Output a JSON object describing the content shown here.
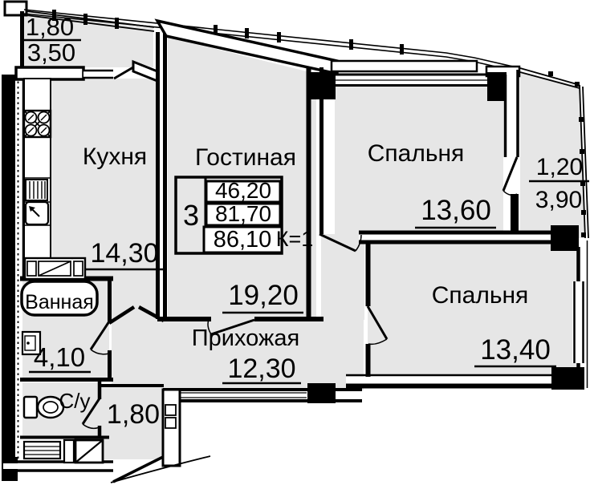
{
  "plan": {
    "title": "3-room apartment floor plan",
    "rooms": [
      {
        "id": "kitchen",
        "name": "Кухня",
        "area": "14,30"
      },
      {
        "id": "living",
        "name": "Гостиная",
        "area": "19,20"
      },
      {
        "id": "bedroom1",
        "name": "Спальня",
        "area": "13,60"
      },
      {
        "id": "bedroom2",
        "name": "Спальня",
        "area": "13,40"
      },
      {
        "id": "hallway",
        "name": "Прихожая",
        "area": "12,30"
      },
      {
        "id": "bathroom",
        "name": "Ванная",
        "area": "4,10"
      },
      {
        "id": "wc",
        "name": "С/у",
        "area": "1,80"
      }
    ],
    "balconies": [
      {
        "id": "balcony-left",
        "area_reduced": "1,80",
        "area_full": "3,50"
      },
      {
        "id": "balcony-right",
        "area_reduced": "1,20",
        "area_full": "3,90"
      }
    ],
    "info_box": {
      "rooms": "3",
      "living_area": "46,20",
      "floor_area": "81,70",
      "total_area": "86,10",
      "coefficient": "К=1"
    },
    "colors": {
      "wall": "#000000",
      "floor": "#e6e6e6",
      "background": "#ffffff"
    }
  }
}
